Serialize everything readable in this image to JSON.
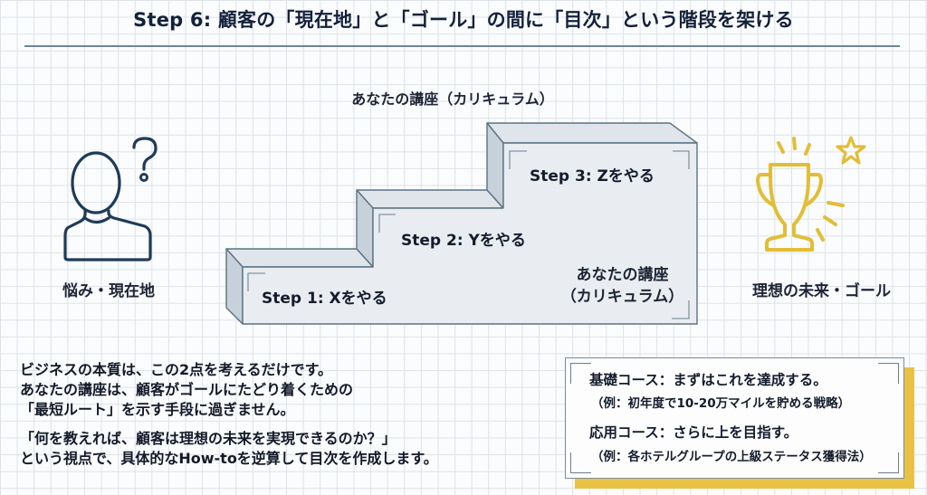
{
  "header": {
    "title": "Step 6: 顧客の「現在地」と「ゴール」の間に「目次」という階段を架ける"
  },
  "diagram": {
    "caption": "あなたの講座（カリキュラム）",
    "steps": [
      {
        "label": "Step 1: Xをやる"
      },
      {
        "label": "Step 2: Yをやる"
      },
      {
        "label": "Step 3: Zをやる"
      }
    ],
    "stairs_label_line1": "あなたの講座",
    "stairs_label_line2": "（カリキュラム）",
    "start": {
      "label": "悩み・現在地",
      "icon": "person-question-icon"
    },
    "goal": {
      "label": "理想の未来・ゴール",
      "icon": "trophy-star-icon"
    }
  },
  "body": {
    "lines": [
      "ビジネスの本質は、この2点を考えるだけです。",
      "あなたの講座は、顧客がゴールにたどり着くための",
      "「最短ルート」を示す手段に過ぎません。"
    ],
    "lines2": [
      "「何を教えれば、顧客は理想の未来を実現できるのか？」",
      "という視点で、具体的なHow-toを逆算して目次を作成します。"
    ]
  },
  "courses": [
    {
      "title": "基礎コース：まずはこれを達成する。",
      "example": "（例：初年度で10-20万マイルを貯める戦略）"
    },
    {
      "title": "応用コース：さらに上を目指す。",
      "example": "（例：各ホテルグループの上級ステータス獲得法）"
    }
  ],
  "colors": {
    "navy": "#1f3b57",
    "gold": "#e3bd35",
    "stair_front": "#e9edf1",
    "stair_top": "#dfe5ea",
    "stair_side": "#c6d1da",
    "stair_edge": "#5d7284",
    "box_shadow": "#e9c245"
  }
}
